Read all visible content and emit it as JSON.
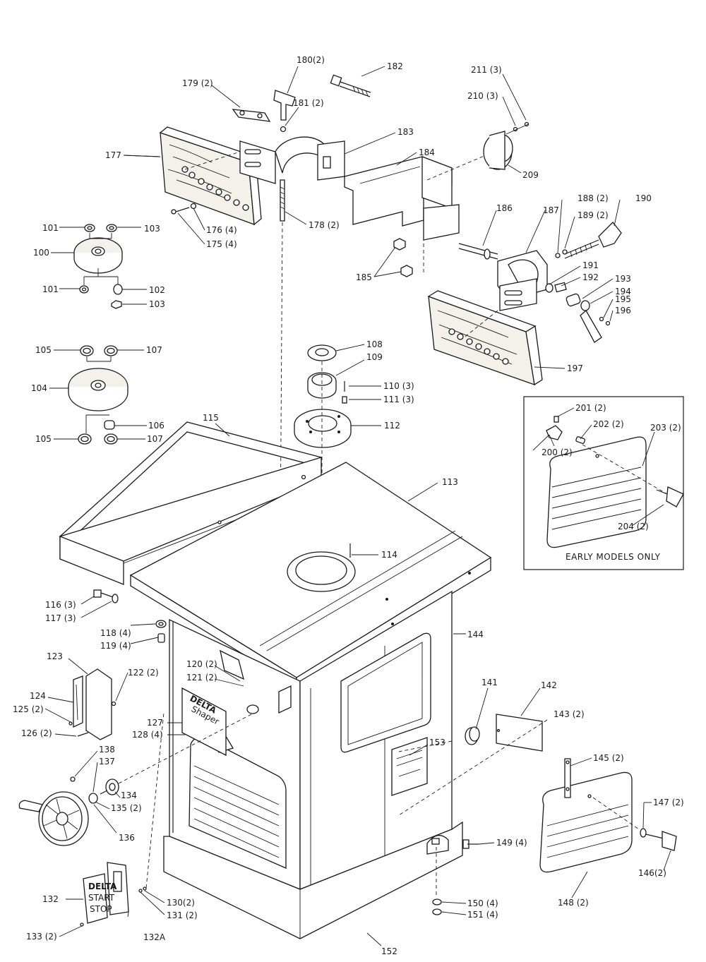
{
  "labels": [
    {
      "id": "p100",
      "text": "100"
    },
    {
      "id": "p101a",
      "text": "101"
    },
    {
      "id": "p101b",
      "text": "101"
    },
    {
      "id": "p102",
      "text": "102"
    },
    {
      "id": "p103a",
      "text": "103"
    },
    {
      "id": "p103b",
      "text": "103"
    },
    {
      "id": "p104",
      "text": "104"
    },
    {
      "id": "p105a",
      "text": "105"
    },
    {
      "id": "p105b",
      "text": "105"
    },
    {
      "id": "p106",
      "text": "106"
    },
    {
      "id": "p107a",
      "text": "107"
    },
    {
      "id": "p107b",
      "text": "107"
    },
    {
      "id": "p108",
      "text": "108"
    },
    {
      "id": "p109",
      "text": "109"
    },
    {
      "id": "p110",
      "text": "110 (3)"
    },
    {
      "id": "p111",
      "text": "111 (3)"
    },
    {
      "id": "p112",
      "text": "112"
    },
    {
      "id": "p113",
      "text": "113"
    },
    {
      "id": "p114",
      "text": "114"
    },
    {
      "id": "p115",
      "text": "115"
    },
    {
      "id": "p116",
      "text": "116 (3)"
    },
    {
      "id": "p117",
      "text": "117 (3)"
    },
    {
      "id": "p118",
      "text": "118 (4)"
    },
    {
      "id": "p119",
      "text": "119 (4)"
    },
    {
      "id": "p120",
      "text": "120 (2)"
    },
    {
      "id": "p121",
      "text": "121 (2)"
    },
    {
      "id": "p122",
      "text": "122 (2)"
    },
    {
      "id": "p123",
      "text": "123"
    },
    {
      "id": "p124",
      "text": "124"
    },
    {
      "id": "p125",
      "text": "125 (2)"
    },
    {
      "id": "p126",
      "text": "126 (2)"
    },
    {
      "id": "p127",
      "text": "127"
    },
    {
      "id": "p128",
      "text": "128 (4)"
    },
    {
      "id": "p130",
      "text": "130(2)"
    },
    {
      "id": "p131",
      "text": "131 (2)"
    },
    {
      "id": "p132",
      "text": "132"
    },
    {
      "id": "p132a",
      "text": "132A"
    },
    {
      "id": "p133",
      "text": "133 (2)"
    },
    {
      "id": "p134",
      "text": "134"
    },
    {
      "id": "p135",
      "text": "135 (2)"
    },
    {
      "id": "p136",
      "text": "136"
    },
    {
      "id": "p137",
      "text": "137"
    },
    {
      "id": "p138",
      "text": "138"
    },
    {
      "id": "p141",
      "text": "141"
    },
    {
      "id": "p142",
      "text": "142"
    },
    {
      "id": "p143",
      "text": "143 (2)"
    },
    {
      "id": "p144",
      "text": "144"
    },
    {
      "id": "p145",
      "text": "145 (2)"
    },
    {
      "id": "p146",
      "text": "146(2)"
    },
    {
      "id": "p147",
      "text": "147 (2)"
    },
    {
      "id": "p148",
      "text": "148 (2)"
    },
    {
      "id": "p149",
      "text": "149 (4)"
    },
    {
      "id": "p150",
      "text": "150 (4)"
    },
    {
      "id": "p151",
      "text": "151 (4)"
    },
    {
      "id": "p152",
      "text": "152"
    },
    {
      "id": "p153",
      "text": "153"
    },
    {
      "id": "p175",
      "text": "175 (4)"
    },
    {
      "id": "p176",
      "text": "176 (4)"
    },
    {
      "id": "p177",
      "text": "177"
    },
    {
      "id": "p178",
      "text": "178 (2)"
    },
    {
      "id": "p179",
      "text": "179 (2)"
    },
    {
      "id": "p180",
      "text": "180(2)"
    },
    {
      "id": "p181",
      "text": "181 (2)"
    },
    {
      "id": "p182",
      "text": "182"
    },
    {
      "id": "p183",
      "text": "183"
    },
    {
      "id": "p184",
      "text": "184"
    },
    {
      "id": "p185",
      "text": "185"
    },
    {
      "id": "p186",
      "text": "186"
    },
    {
      "id": "p187",
      "text": "187"
    },
    {
      "id": "p188",
      "text": "188 (2)"
    },
    {
      "id": "p189",
      "text": "189 (2)"
    },
    {
      "id": "p190",
      "text": "190"
    },
    {
      "id": "p191",
      "text": "191"
    },
    {
      "id": "p192",
      "text": "192"
    },
    {
      "id": "p193",
      "text": "193"
    },
    {
      "id": "p194",
      "text": "194"
    },
    {
      "id": "p195",
      "text": "195"
    },
    {
      "id": "p196",
      "text": "196"
    },
    {
      "id": "p197",
      "text": "197"
    },
    {
      "id": "p200",
      "text": "200 (2)"
    },
    {
      "id": "p201",
      "text": "201 (2)"
    },
    {
      "id": "p202",
      "text": "202 (2)"
    },
    {
      "id": "p203",
      "text": "203 (2)"
    },
    {
      "id": "p204",
      "text": "204 (2)"
    },
    {
      "id": "p209",
      "text": "209"
    },
    {
      "id": "p210",
      "text": "210 (3)"
    },
    {
      "id": "p211",
      "text": "211 (3)"
    }
  ],
  "inset": {
    "title": "EARLY MODELS ONLY"
  },
  "nameplate": {
    "brand": "DELTA",
    "model": "Shaper"
  },
  "switch": {
    "top": "DELTA",
    "middle": "START",
    "bottom": "STOP"
  }
}
